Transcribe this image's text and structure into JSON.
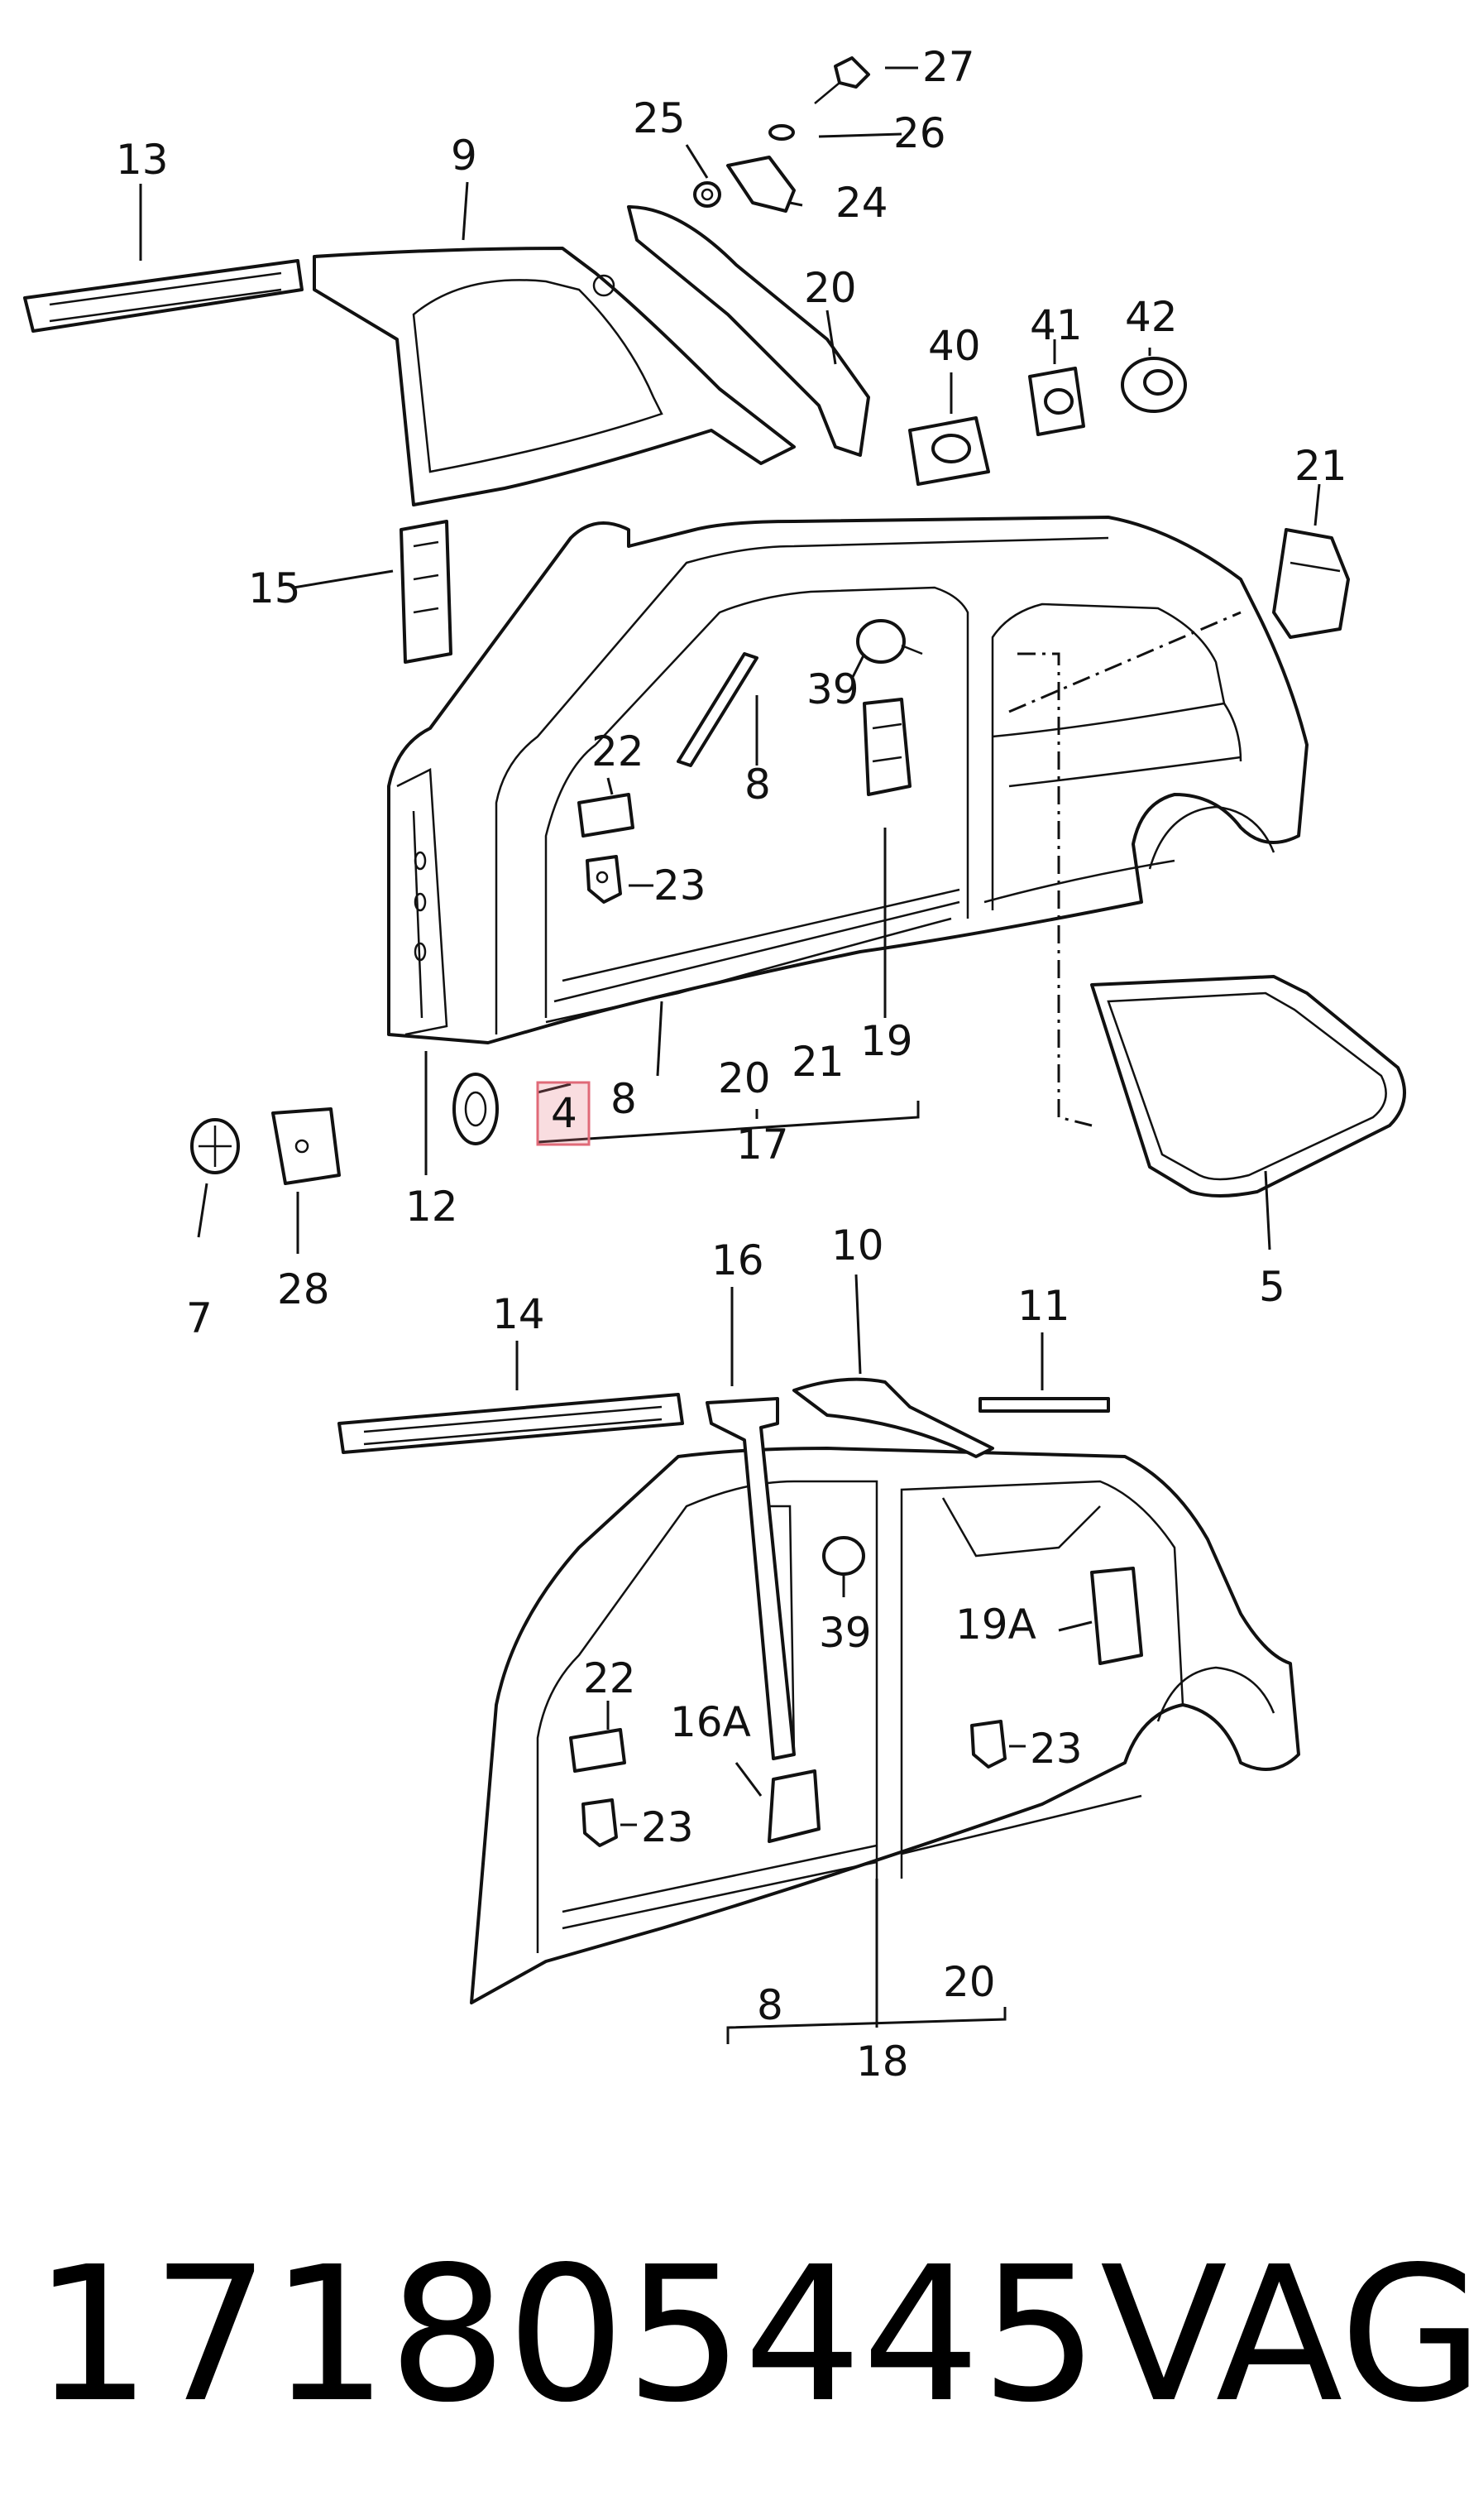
{
  "diagram": {
    "labels_top": [
      {
        "id": "l27",
        "text": "27"
      },
      {
        "id": "l25",
        "text": "25"
      },
      {
        "id": "l26",
        "text": "26"
      },
      {
        "id": "l13",
        "text": "13"
      },
      {
        "id": "l9",
        "text": "9"
      },
      {
        "id": "l24",
        "text": "24"
      },
      {
        "id": "l20a",
        "text": "20"
      },
      {
        "id": "l40",
        "text": "40"
      },
      {
        "id": "l41",
        "text": "41"
      },
      {
        "id": "l42",
        "text": "42"
      },
      {
        "id": "l21a",
        "text": "21"
      },
      {
        "id": "l15",
        "text": "15"
      },
      {
        "id": "l39a",
        "text": "39"
      },
      {
        "id": "l22a",
        "text": "22"
      },
      {
        "id": "l8a",
        "text": "8"
      },
      {
        "id": "l23a",
        "text": "23"
      },
      {
        "id": "l19",
        "text": "19"
      },
      {
        "id": "l20b",
        "text": "20"
      },
      {
        "id": "l21b",
        "text": "21"
      },
      {
        "id": "l4",
        "text": "4"
      },
      {
        "id": "l8b",
        "text": "8"
      },
      {
        "id": "l17",
        "text": "17"
      },
      {
        "id": "l12",
        "text": "12"
      },
      {
        "id": "l5",
        "text": "5"
      },
      {
        "id": "l7",
        "text": "7"
      },
      {
        "id": "l28",
        "text": "28"
      }
    ],
    "labels_bottom": [
      {
        "id": "l14",
        "text": "14"
      },
      {
        "id": "l16",
        "text": "16"
      },
      {
        "id": "l10",
        "text": "10"
      },
      {
        "id": "l11",
        "text": "11"
      },
      {
        "id": "l39b",
        "text": "39"
      },
      {
        "id": "l19A",
        "text": "19A"
      },
      {
        "id": "l22b",
        "text": "22"
      },
      {
        "id": "l16A",
        "text": "16A"
      },
      {
        "id": "l23b",
        "text": "23"
      },
      {
        "id": "l23c",
        "text": "23"
      },
      {
        "id": "l20c",
        "text": "20"
      },
      {
        "id": "l8c",
        "text": "8"
      },
      {
        "id": "l18",
        "text": "18"
      }
    ],
    "highlighted_part": "4"
  },
  "footer": {
    "part_number": "171805445",
    "brand": "VAG"
  }
}
